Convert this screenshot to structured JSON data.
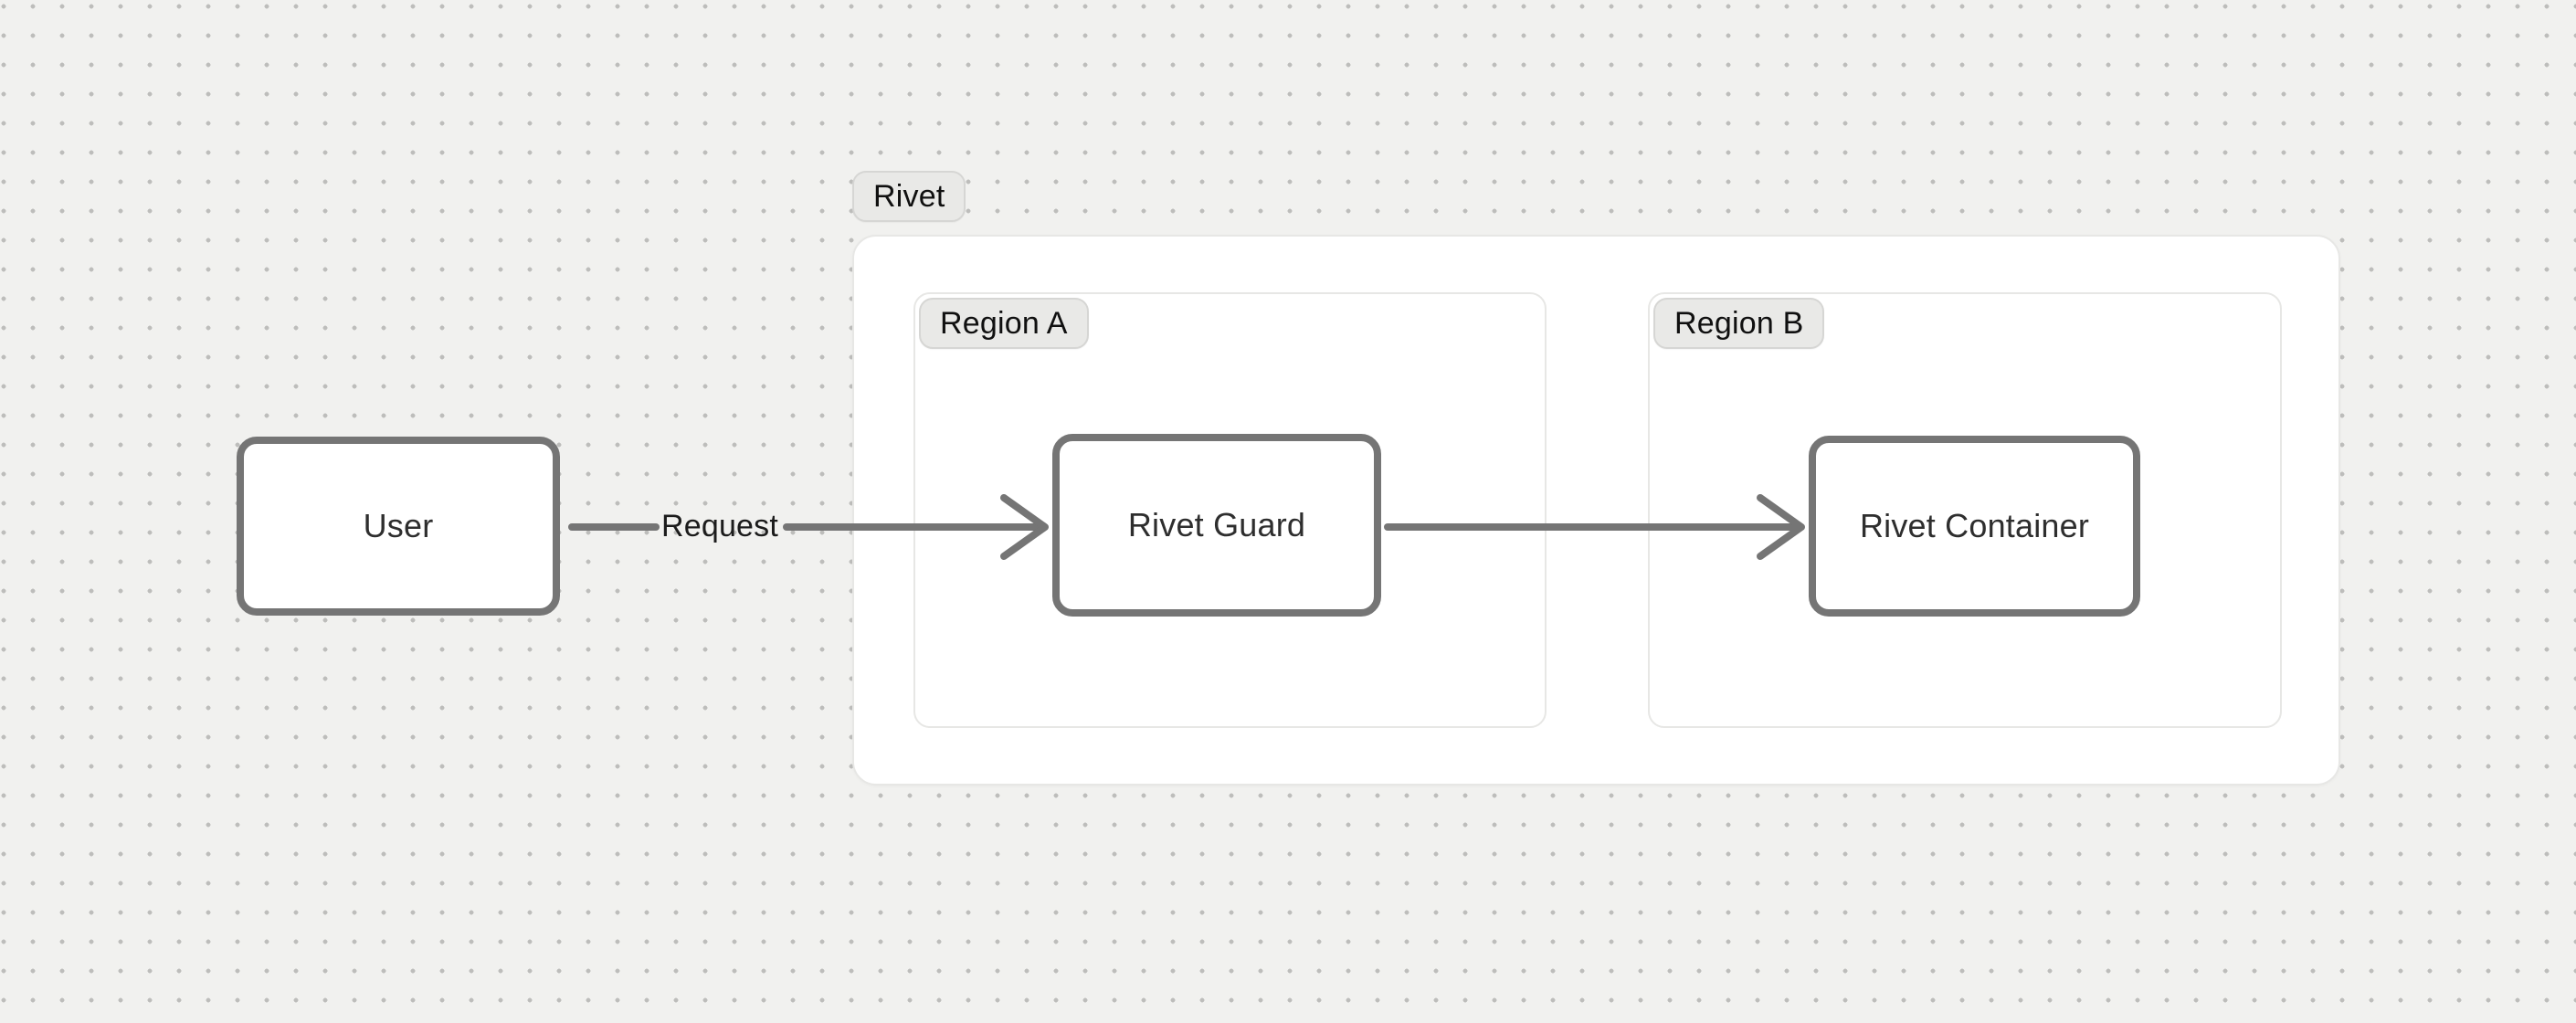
{
  "diagram": {
    "groups": {
      "rivet": {
        "label": "Rivet"
      },
      "region_a": {
        "label": "Region A"
      },
      "region_b": {
        "label": "Region B"
      }
    },
    "nodes": {
      "user": {
        "label": "User"
      },
      "rivet_guard": {
        "label": "Rivet Guard"
      },
      "rivet_container": {
        "label": "Rivet Container"
      }
    },
    "edges": {
      "user_to_guard": {
        "label": "Request",
        "from": "User",
        "to": "Rivet Guard"
      },
      "guard_to_container": {
        "label": "",
        "from": "Rivet Guard",
        "to": "Rivet Container"
      }
    },
    "colors": {
      "background": "#f1f1ef",
      "dot_grid": "#bdbdbb",
      "panel_border": "#e7e7e5",
      "node_border": "#757575",
      "arrow": "#757575",
      "node_text": "#2e2e2e",
      "pill_background": "#e9e9e7",
      "pill_border": "#d6d6d4",
      "pill_text": "#101010"
    }
  }
}
